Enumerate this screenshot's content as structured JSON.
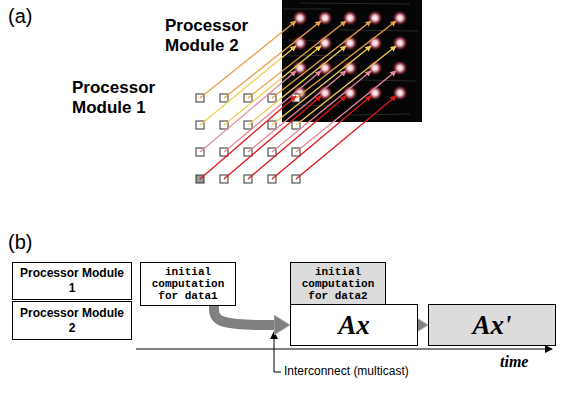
{
  "diagram": {
    "nodes": [
      {
        "text": [
          "Processor Module 1"
        ]
      },
      {
        "text": [
          "Processor Module 2"
        ]
      },
      {
        "text": [
          "initial computation for data1"
        ]
      },
      {
        "text": [
          "initial computation for data2"
        ]
      },
      {
        "text": [
          "Ax"
        ]
      },
      {
        "text": [
          "Ax'"
        ]
      }
    ],
    "edges": [
      {
        "from": 2,
        "to": 4,
        "arrow": "to"
      },
      {
        "from": 3,
        "to": 5,
        "arrow": "to"
      }
    ],
    "labels": [
      "(a)",
      "Processor Module 2",
      "Processor Module 1",
      "(b)",
      "Interconnect (multicast)",
      "time"
    ]
  }
}
